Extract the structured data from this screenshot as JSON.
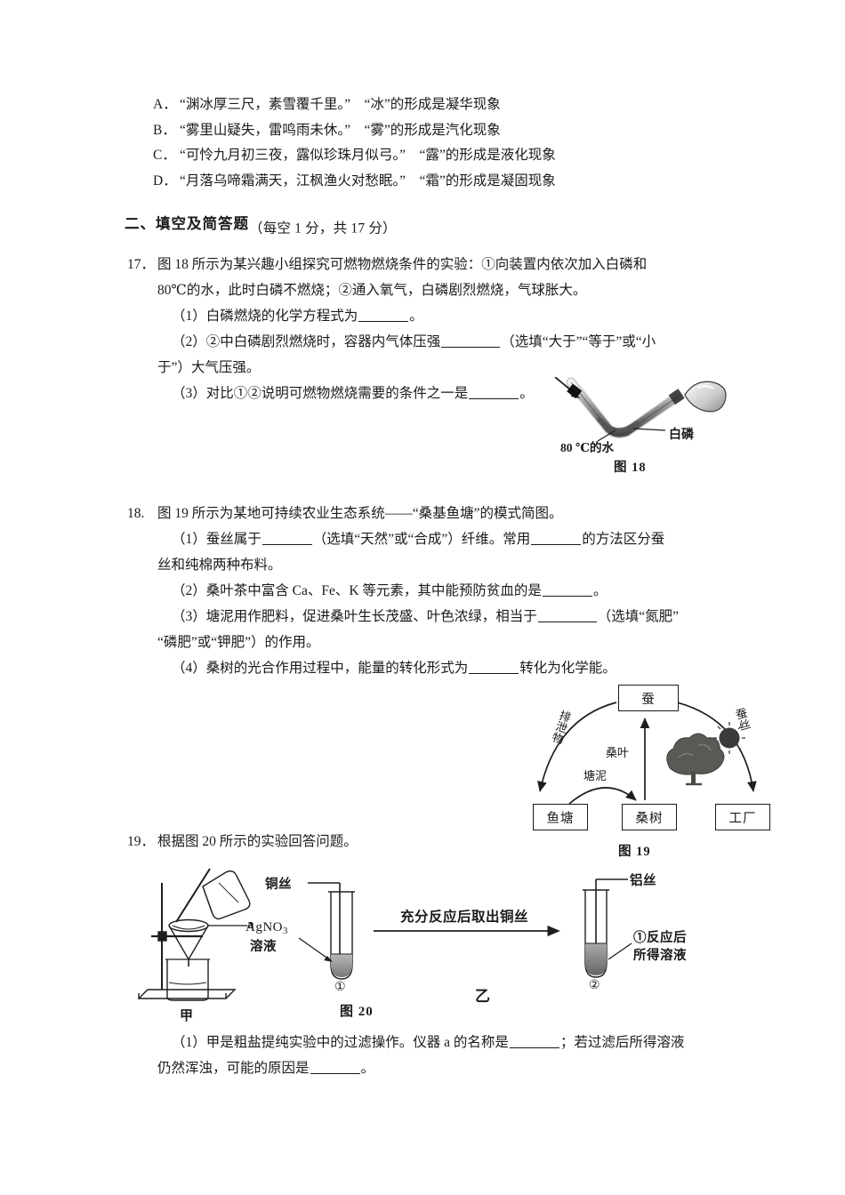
{
  "options": [
    {
      "letter": "A．",
      "text": "“渊冰厚三尺，素雪覆千里。”　“冰”的形成是凝华现象"
    },
    {
      "letter": "B．",
      "text": "“雾里山疑失，雷鸣雨未休。”　“雾”的形成是汽化现象"
    },
    {
      "letter": "C．",
      "text": "“可怜九月初三夜，露似珍珠月似弓。”　“露”的形成是液化现象"
    },
    {
      "letter": "D．",
      "text": "“月落乌啼霜满天，江枫渔火对愁眠。”　“霜”的形成是凝固现象"
    }
  ],
  "section": {
    "title": "二、填空及简答题",
    "subtitle": "（每空 1 分，共 17 分）"
  },
  "q17": {
    "num": "17．",
    "stem_line1": "图 18 所示为某兴趣小组探究可燃物燃烧条件的实验：①向装置内依次加入白磷和",
    "stem_line2": "80℃的水，此时白磷不燃烧；②通入氧气，白磷剧烈燃烧，气球胀大。",
    "p1_a": "（1）白磷燃烧的化学方程式为",
    "p1_b": "。",
    "p2_a": "（2）②中白磷剧烈燃烧时，容器内气体压强",
    "p2_b": "（选填“大于”“等于”或“小",
    "p2_c": "于”）大气压强。",
    "p3_a": "（3）对比①②说明可燃物燃烧需要的条件之一是",
    "p3_b": "。"
  },
  "fig18": {
    "caption": "图 18",
    "label_phosphorus": "白磷",
    "label_water": "80 ℃的水"
  },
  "q18": {
    "num": "18.",
    "stem": "图 19 所示为某地可持续农业生态系统——“桑基鱼塘”的模式简图。",
    "p1_a": "（1）蚕丝属于",
    "p1_b": "（选填“天然”或“合成”）纤维。常用",
    "p1_c": "的方法区分蚕",
    "p1_d": "丝和纯棉两种布料。",
    "p2_a": "（2）桑叶茶中富含 Ca、Fe、K 等元素，其中能预防贫血的是",
    "p2_b": "。",
    "p3_a": "（3）塘泥用作肥料，促进桑叶生长茂盛、叶色浓绿，相当于",
    "p3_b": "（选填“氮肥”",
    "p3_c": "“磷肥”或“钾肥”）的作用。",
    "p4_a": "（4）桑树的光合作用过程中，能量的转化形式为",
    "p4_b": "转化为化学能。"
  },
  "fig19": {
    "caption": "图 19",
    "box_silkworm": "蚕",
    "box_fishpond": "鱼塘",
    "box_mulberry": "桑树",
    "box_factory": "工厂",
    "arrow_excrement": "排泄物",
    "arrow_leaves": "桑叶",
    "arrow_pondmud": "塘泥",
    "arrow_silk": "蚕丝"
  },
  "q19": {
    "num": "19．",
    "stem": "根据图 20 所示的实验回答问题。",
    "p1_a": "（1）甲是粗盐提纯实验中的过滤操作。仪器 a 的名称是",
    "p1_b": "；若过滤后所得溶液",
    "p1_c": "仍然浑浊，可能的原因是",
    "p1_d": "。"
  },
  "fig20": {
    "caption": "图 20",
    "label_jia": "甲",
    "label_yi": "乙",
    "label_a": "a",
    "label_copper_wire": "铜丝",
    "label_aluminum_wire": "铝丝",
    "label_agno3_line1": "AgNO3",
    "label_agno3_line2": "溶液",
    "label_arrow": "充分反应后取出铜丝",
    "label_tube1": "①",
    "label_tube2": "②",
    "label_result_line1": "①反应后",
    "label_result_line2": "所得溶液"
  }
}
